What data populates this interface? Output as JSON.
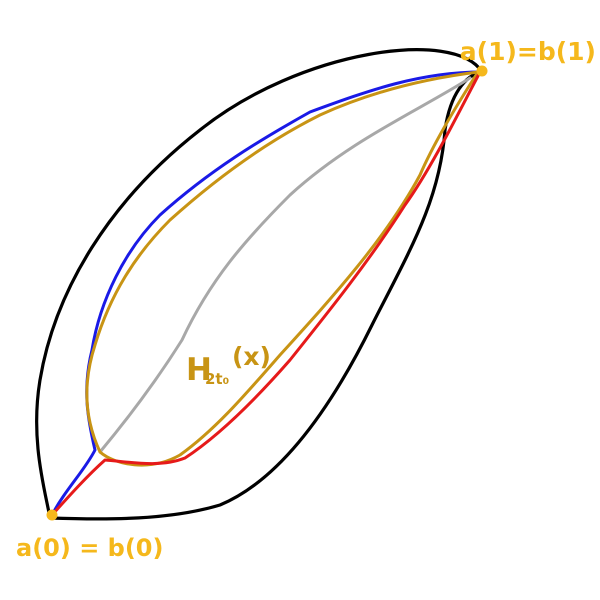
{
  "labels": {
    "top_endpoint": "a(1)=b(1)",
    "bottom_endpoint": "a(0) = b(0)",
    "homotopy_main": "H",
    "homotopy_sub": "2t₀",
    "homotopy_arg": "(x)"
  },
  "colors": {
    "outline": "#000000",
    "path_blue": "#1a1ae6",
    "path_red": "#e61a1a",
    "homotopy_gold": "#c89414",
    "path_gray": "#a8a8a8",
    "endpoint": "#f5b81c",
    "label": "#f5b81c",
    "homotopy_label": "#c89414"
  }
}
